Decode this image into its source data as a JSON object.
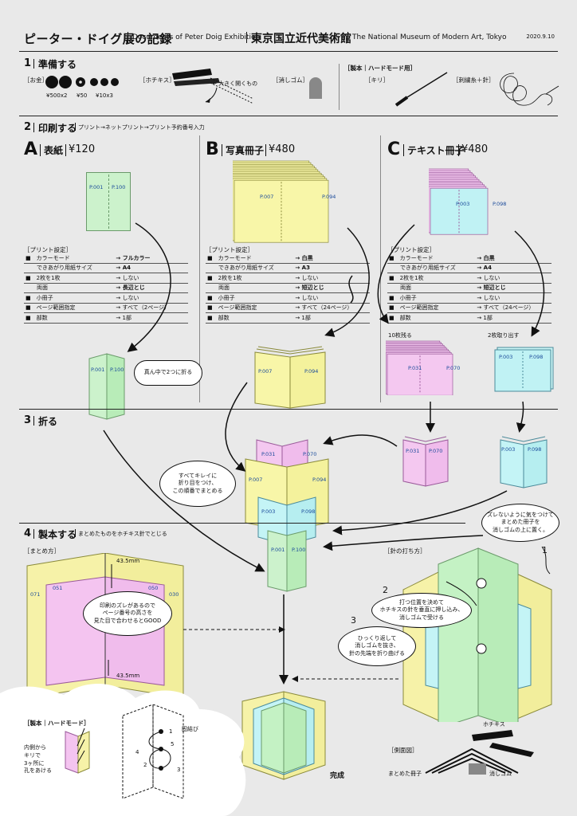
{
  "header": {
    "title": "ピーター・ドイグ展の記録",
    "subtitle_en": "Documents of Peter Doig Exhibition",
    "museum_jp": "東京国立近代美術館",
    "museum_en": "The National Museum of Modern Art, Tokyo",
    "date": "2020.9.10"
  },
  "section1": {
    "num": "1",
    "title": "準備する",
    "money_label": "［お金］",
    "coins": [
      "¥500x2",
      "¥50",
      "¥10x3"
    ],
    "stapler_label": "［ホチキス］",
    "stapler_note": "← 大きく開くもの",
    "eraser_label": "［消しゴム］",
    "hard_label": "［製本｜ハードモード用］",
    "awl_label": "［キリ］",
    "thread_label": "［刺繍糸＋針］"
  },
  "section2": {
    "num": "2",
    "title": "印刷する",
    "note": "プリント→ネットプリント→プリント予約番号入力",
    "settings_label": "［プリント設定］",
    "colA": {
      "letter": "A",
      "name": "表紙",
      "price": "¥120",
      "pages": [
        "P.001",
        "P.100"
      ],
      "settings": [
        [
          "■　カラーモード",
          "→ フルカラー"
        ],
        [
          "　　できあがり用紙サイズ",
          "→ A4"
        ],
        [
          "■　2枚を1枚",
          "→ しない"
        ],
        [
          "　　両面",
          "→ 長辺とじ"
        ],
        [
          "■　小冊子",
          "→ しない"
        ],
        [
          "■　ページ範囲指定",
          "→ すべて（2ページ）"
        ],
        [
          "■　部数",
          "→ 1部"
        ]
      ],
      "fold_note": "真ん中で2つに折る",
      "folded_pages": [
        "P.001",
        "P.100"
      ]
    },
    "colB": {
      "letter": "B",
      "name": "写真冊子",
      "price": "¥480",
      "pages": [
        "P.007",
        "P.094"
      ],
      "settings": [
        [
          "■　カラーモード",
          "→ 白黒"
        ],
        [
          "　　できあがり用紙サイズ",
          "→ A3"
        ],
        [
          "■　2枚を1枚",
          "→ しない"
        ],
        [
          "　　両面",
          "→ 短辺とじ"
        ],
        [
          "■　小冊子",
          "→ しない"
        ],
        [
          "■　ページ範囲指定",
          "→ すべて（24ページ）"
        ],
        [
          "■　部数",
          "→ 1部"
        ]
      ],
      "folded_pages": [
        "P.007",
        "P.094"
      ]
    },
    "colC": {
      "letter": "C",
      "name": "テキスト冊子",
      "price": "¥480",
      "pages": [
        "P.003",
        "P.098"
      ],
      "settings": [
        [
          "■　カラーモード",
          "→ 白黒"
        ],
        [
          "　　できあがり用紙サイズ",
          "→ A4"
        ],
        [
          "■　2枚を1枚",
          "→ しない"
        ],
        [
          "　　両面",
          "→ 短辺とじ"
        ],
        [
          "■　小冊子",
          "→ しない"
        ],
        [
          "■　ページ範囲指定",
          "→ すべて（24ページ）"
        ],
        [
          "■　部数",
          "→ 1部"
        ]
      ],
      "split_left": "10枚残る",
      "split_right": "2枚取り出す",
      "left_pages": [
        "P.031",
        "P.070"
      ],
      "right_pages": [
        "P.003",
        "P.098"
      ]
    }
  },
  "section3": {
    "num": "3",
    "title": "折る",
    "note_bubble": "すべてキレイに\n折り目をつけ、\nこの順番でまとめる",
    "stack_pages": {
      "pink": [
        "P.031",
        "P.070"
      ],
      "yellow": [
        "P.007",
        "P.094"
      ],
      "blue": [
        "P.003",
        "P.098"
      ],
      "green": [
        "P.001",
        "P.100"
      ]
    }
  },
  "section4": {
    "num": "4",
    "title": "製本する",
    "note": "まとめたものをホチキス針でとじる",
    "bubble_right": "ズレないように気をつけて\nまとめた冊子を\n消しゴムの上に置く。",
    "summary_label": "［まとめ方］",
    "measure_top": "43.5mm",
    "measure_bottom": "43.5mm",
    "book_pages": [
      "071",
      "051",
      "050",
      "030"
    ],
    "bubble_left": "印刷のズレがあるので\nページ番号の高さを\n見た目で合わせるとGOOD",
    "needle_label": "［針の打ち方］",
    "steps": [
      "1",
      "2",
      "3"
    ],
    "bubble_step2": "打つ位置を決めて\nホチキスの針を垂直に押し込み、\n消しゴムで受ける",
    "bubble_step3": "ひっくり返して\n消しゴムを抜き、\n針の先端を折り曲げる",
    "stapler_word": "ホチキス",
    "done": "完成",
    "hard_label": "［製本｜ハードモード］",
    "hard_note": "内側から\nキリで\n3ヶ所に\n孔をあける",
    "sew_steps": [
      "1",
      "2",
      "3",
      "4",
      "5"
    ],
    "sew_knot": "固結び",
    "side_label": "［側面図］",
    "side_book": "まとめた冊子",
    "side_eraser": "消しゴム"
  }
}
